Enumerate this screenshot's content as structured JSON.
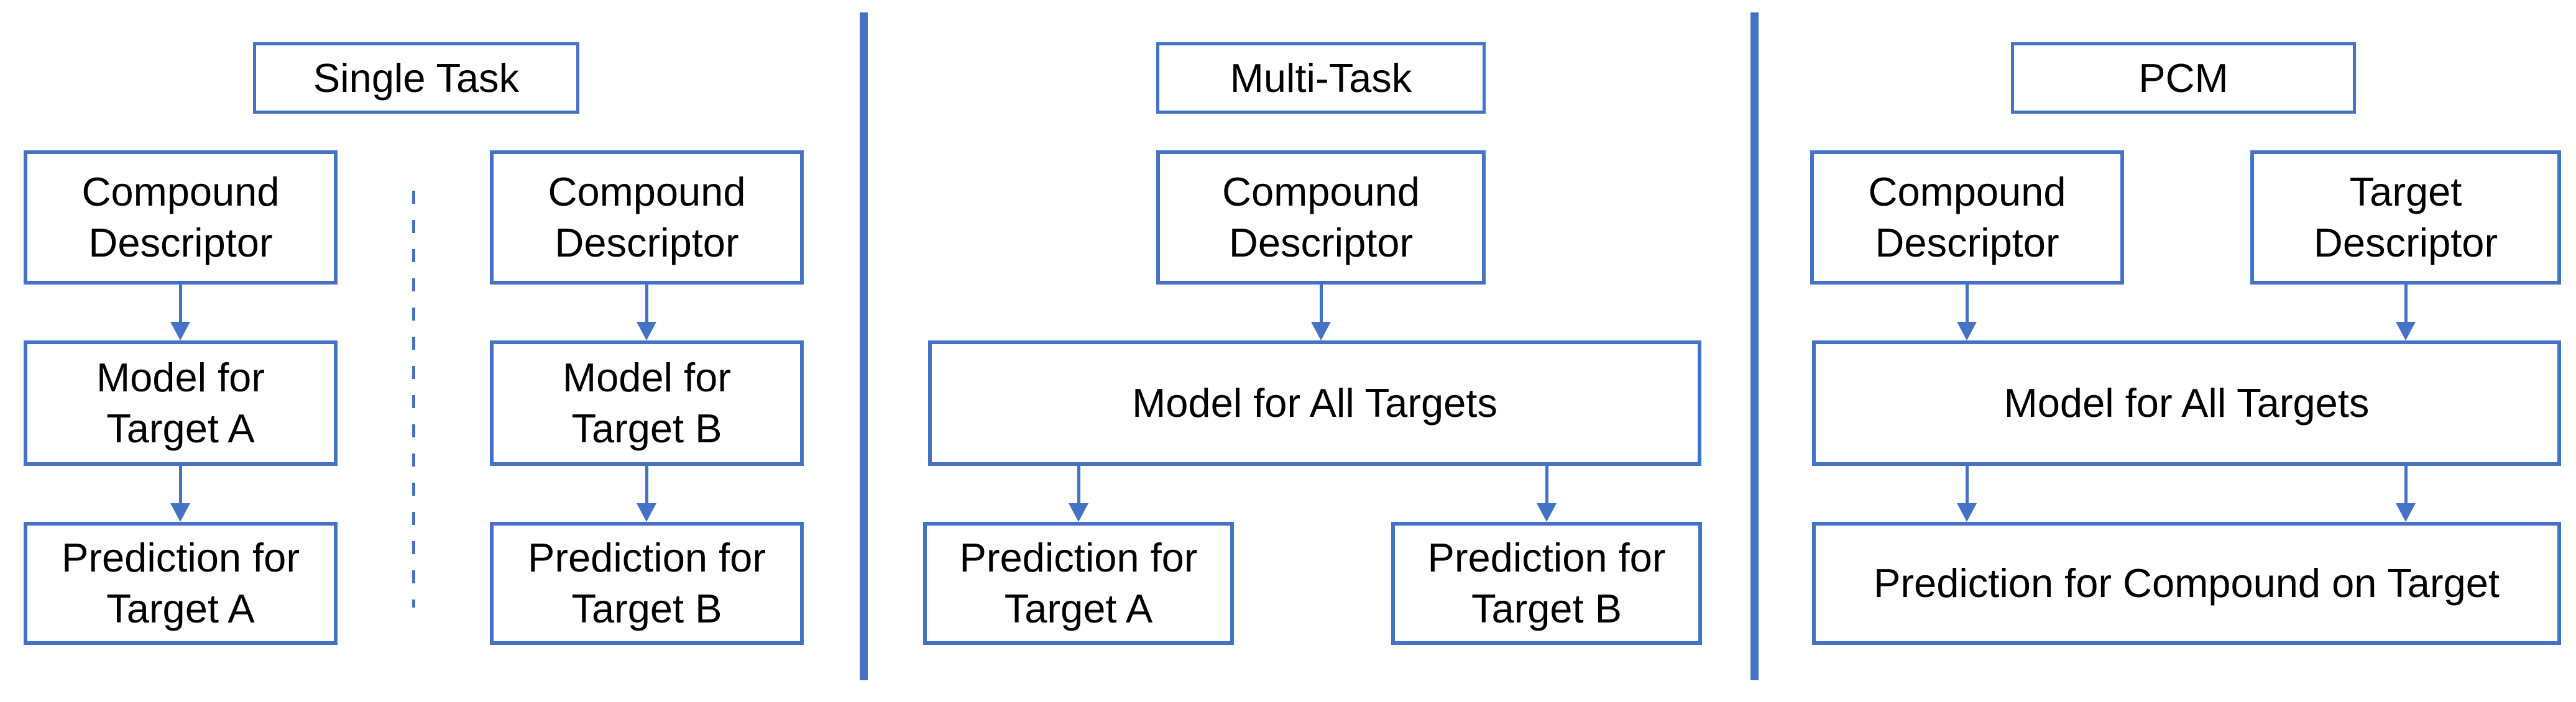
{
  "diagram": {
    "panels": [
      {
        "id": "single-task",
        "title": "Single Task",
        "columns": [
          {
            "input": "Compound Descriptor",
            "model": "Model for Target A",
            "output": "Prediction for Target A"
          },
          {
            "input": "Compound Descriptor",
            "model": "Model for Target B",
            "output": "Prediction for Target B"
          }
        ]
      },
      {
        "id": "multi-task",
        "title": "Multi-Task",
        "input": "Compound Descriptor",
        "model": "Model for All Targets",
        "outputs": [
          "Prediction for Target A",
          "Prediction for Target B"
        ]
      },
      {
        "id": "pcm",
        "title": "PCM",
        "inputs": [
          "Compound Descriptor",
          "Target Descriptor"
        ],
        "model": "Model for All Targets",
        "output": "Prediction for Compound on Target"
      }
    ],
    "colors": {
      "accent": "#4472C4",
      "text": "#000000",
      "background": "#FFFFFF"
    }
  }
}
